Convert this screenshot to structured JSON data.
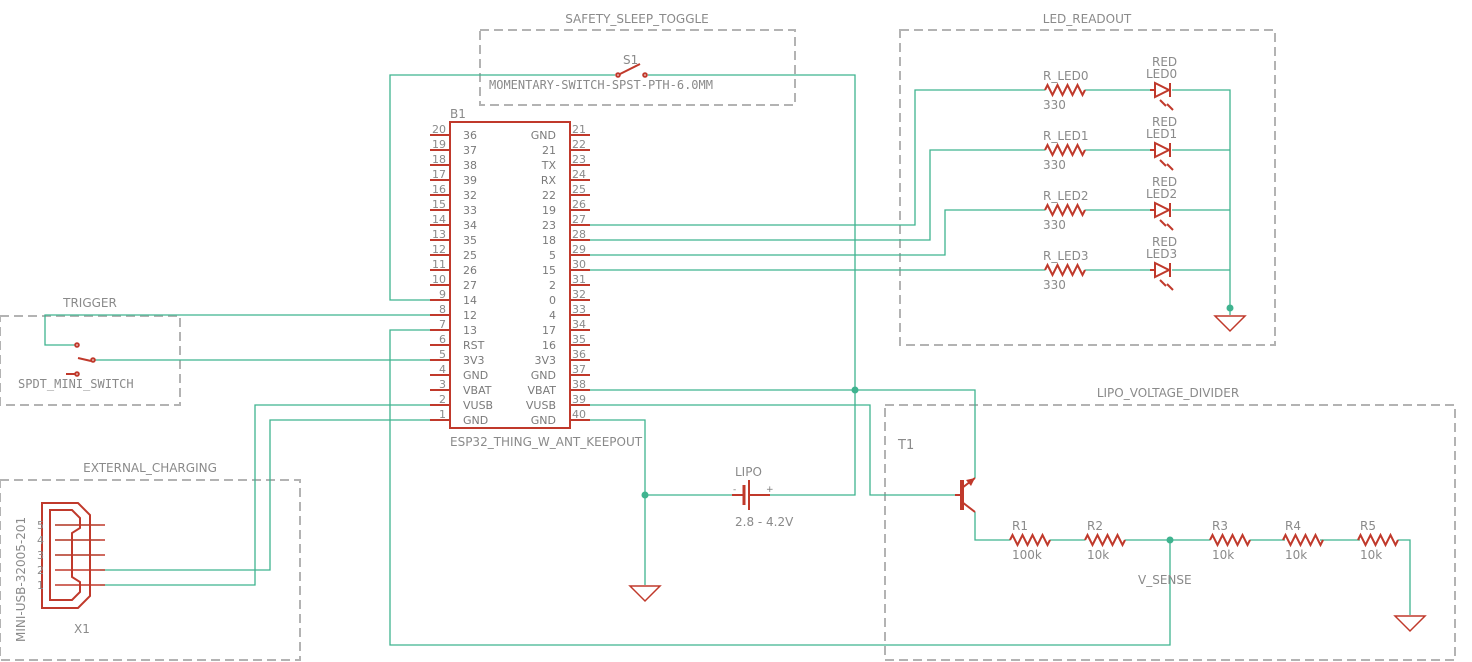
{
  "colors": {
    "wire": "#3fb38f",
    "part": "#c0392b",
    "frame": "#b3b3b3",
    "text": "#8a8a8a"
  },
  "frames": {
    "safety": "SAFETY_SLEEP_TOGGLE",
    "led": "LED_READOUT",
    "trigger": "TRIGGER",
    "charging": "EXTERNAL_CHARGING",
    "divider": "LIPO_VOLTAGE_DIVIDER"
  },
  "switch_s1": {
    "ref": "S1",
    "value": "MOMENTARY-SWITCH-SPST-PTH-6.0MM"
  },
  "trigger_switch": {
    "value": "SPDT_MINI_SWITCH"
  },
  "mcu": {
    "ref": "B1",
    "value": "ESP32_THING_W_ANT_KEEPOUT",
    "left_pins": [
      {
        "num": "20",
        "name": "36"
      },
      {
        "num": "19",
        "name": "37"
      },
      {
        "num": "18",
        "name": "38"
      },
      {
        "num": "17",
        "name": "39"
      },
      {
        "num": "16",
        "name": "32"
      },
      {
        "num": "15",
        "name": "33"
      },
      {
        "num": "14",
        "name": "34"
      },
      {
        "num": "13",
        "name": "35"
      },
      {
        "num": "12",
        "name": "25"
      },
      {
        "num": "11",
        "name": "26"
      },
      {
        "num": "10",
        "name": "27"
      },
      {
        "num": "9",
        "name": "14"
      },
      {
        "num": "8",
        "name": "12"
      },
      {
        "num": "7",
        "name": "13"
      },
      {
        "num": "6",
        "name": "RST"
      },
      {
        "num": "5",
        "name": "3V3"
      },
      {
        "num": "4",
        "name": "GND"
      },
      {
        "num": "3",
        "name": "VBAT"
      },
      {
        "num": "2",
        "name": "VUSB"
      },
      {
        "num": "1",
        "name": "GND"
      }
    ],
    "right_pins": [
      {
        "num": "21",
        "name": "GND"
      },
      {
        "num": "22",
        "name": "21"
      },
      {
        "num": "23",
        "name": "TX"
      },
      {
        "num": "24",
        "name": "RX"
      },
      {
        "num": "25",
        "name": "22"
      },
      {
        "num": "26",
        "name": "19"
      },
      {
        "num": "27",
        "name": "23"
      },
      {
        "num": "28",
        "name": "18"
      },
      {
        "num": "29",
        "name": "5"
      },
      {
        "num": "30",
        "name": "15"
      },
      {
        "num": "31",
        "name": "2"
      },
      {
        "num": "32",
        "name": "0"
      },
      {
        "num": "33",
        "name": "4"
      },
      {
        "num": "34",
        "name": "17"
      },
      {
        "num": "35",
        "name": "16"
      },
      {
        "num": "36",
        "name": "3V3"
      },
      {
        "num": "37",
        "name": "GND"
      },
      {
        "num": "38",
        "name": "VBAT"
      },
      {
        "num": "39",
        "name": "VUSB"
      },
      {
        "num": "40",
        "name": "GND"
      }
    ]
  },
  "leds": [
    {
      "res": "R_LED0",
      "res_value": "330",
      "color": "RED",
      "ref": "LED0"
    },
    {
      "res": "R_LED1",
      "res_value": "330",
      "color": "RED",
      "ref": "LED1"
    },
    {
      "res": "R_LED2",
      "res_value": "330",
      "color": "RED",
      "ref": "LED2"
    },
    {
      "res": "R_LED3",
      "res_value": "330",
      "color": "RED",
      "ref": "LED3"
    }
  ],
  "battery": {
    "ref": "LIPO",
    "value": "2.8 - 4.2V",
    "minus": "-",
    "plus": "+"
  },
  "transistor": {
    "ref": "T1"
  },
  "divider": [
    {
      "ref": "R1",
      "value": "100k"
    },
    {
      "ref": "R2",
      "value": "10k"
    },
    {
      "ref": "R3",
      "value": "10k"
    },
    {
      "ref": "R4",
      "value": "10k"
    },
    {
      "ref": "R5",
      "value": "10k"
    }
  ],
  "v_sense": "V_SENSE",
  "usb": {
    "ref": "X1",
    "value": "MINI-USB-32005-201",
    "pins": [
      "5",
      "4",
      "3",
      "2",
      "1"
    ]
  }
}
